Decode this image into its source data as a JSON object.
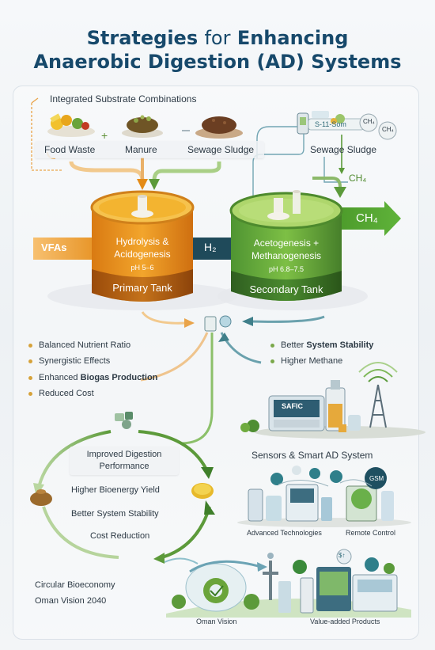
{
  "title": {
    "line1_part1": "Strategies",
    "line1_part2": "for",
    "line1_part3": "Enhancing",
    "line2": "Anaerobic Digestion (AD) Systems"
  },
  "substrates": {
    "heading": "Integrated Substrate Combinations",
    "items": [
      "Food Waste",
      "Manure",
      "Sewage Sludge"
    ],
    "right_label": "Sewage Sludge",
    "right_device_text": "S-11-Som",
    "ch4_arrow_label": "CH₄",
    "ch4_bubble_1": "CH₄",
    "ch4_bubble_2": "CH₄"
  },
  "process": {
    "vfas_label": "VFAs",
    "h2_label": "H₂",
    "ch4_out_label": "CH₄",
    "primary": {
      "stage": "Hydrolysis &",
      "stage2": "Acidogenesis",
      "ph": "pH 5–6",
      "name": "Primary Tank"
    },
    "secondary": {
      "stage": "Acetogenesis +",
      "stage2": "Methanogenesis",
      "ph": "pH 6.8–7.5",
      "name": "Secondary Tank"
    }
  },
  "benefits_left": [
    "Balanced Nutrient Ratio",
    "Synergistic Effects",
    "Enhanced",
    "Biogas Production",
    "Reduced Cost"
  ],
  "benefits_right": [
    "Better",
    "System Stability",
    "Higher Methane"
  ],
  "smart": {
    "screen_text": "SAFIC",
    "heading": "Sensors & Smart AD System",
    "gsm": "GSM",
    "advanced": "Advanced Technologies",
    "remote": "Remote Control"
  },
  "cycle": {
    "box_line1": "Improved Digestion",
    "box_line2": "Performance",
    "items": [
      "Higher Bioenergy Yield",
      "Better System Stability",
      "Cost Reduction"
    ]
  },
  "bioeconomy": {
    "line1": "Circular Bioeconomy",
    "line2": "Oman Vision 2040",
    "oman_label": "Oman Vision",
    "value_label": "Value-added Products",
    "dollar_badge": "$↑"
  },
  "colors": {
    "title": "#17496b",
    "orange": "#e8901c",
    "green": "#62a93a",
    "dark_teal": "#1f4a5a"
  }
}
